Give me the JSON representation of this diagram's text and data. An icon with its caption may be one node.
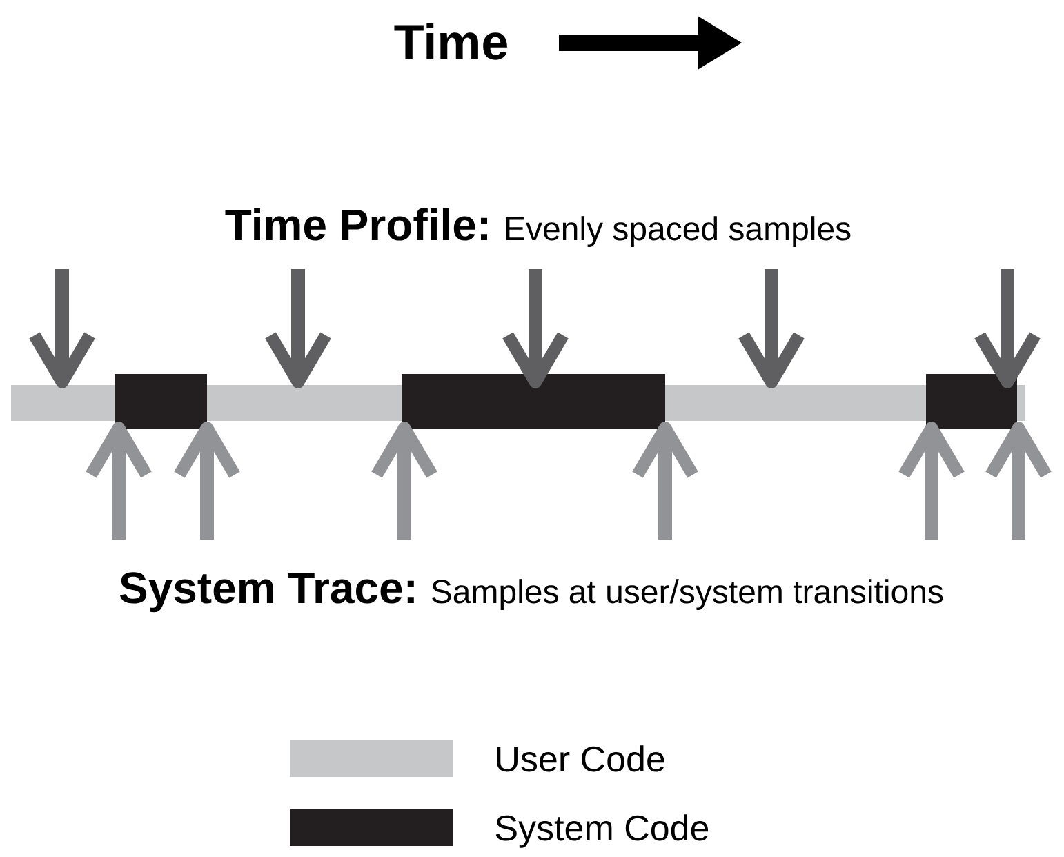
{
  "diagram": {
    "labels": [
      "Time",
      "**Time Profile:** Evenly spaced samples",
      "**System Trace:** Samples at user/system transitions"
    ],
    "legend": [
      {
        "text": "User Code",
        "color": "#c6c7c8"
      },
      {
        "text": "System Code",
        "color": "#231f20"
      }
    ]
  }
}
